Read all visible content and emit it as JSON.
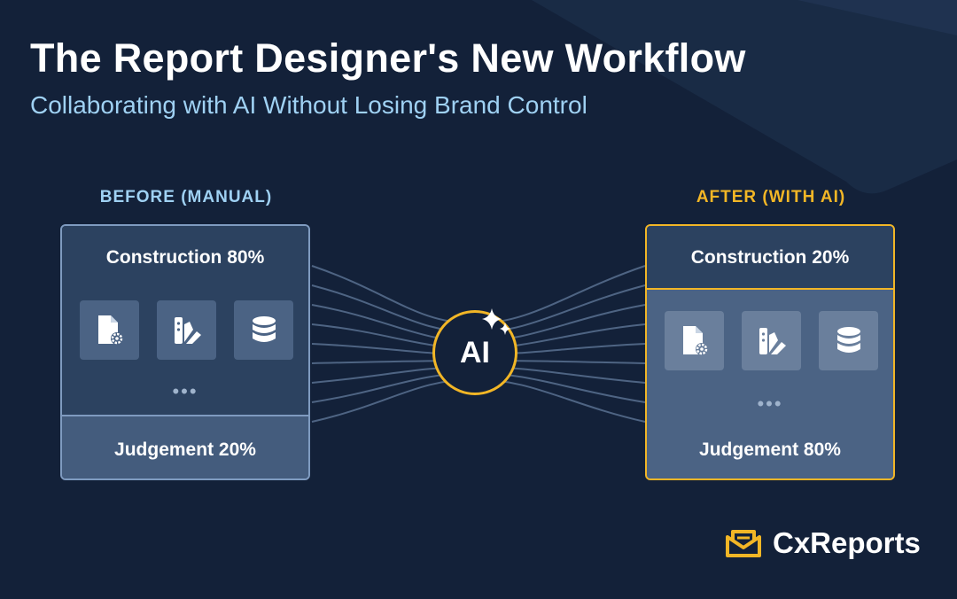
{
  "header": {
    "title": "The Report Designer's New Workflow",
    "subtitle": "Collaborating with AI Without Losing Brand Control"
  },
  "before": {
    "label": "BEFORE (MANUAL)",
    "top_section": "Construction 80%",
    "bottom_section": "Judgement 20%",
    "icons": [
      "document-settings-icon",
      "swatch-palette-icon",
      "database-icon"
    ],
    "ellipsis": "•••"
  },
  "after": {
    "label": "AFTER (WITH AI)",
    "top_section": "Construction 20%",
    "bottom_section": "Judgement 80%",
    "icons": [
      "document-settings-icon",
      "swatch-palette-icon",
      "database-icon"
    ],
    "ellipsis": "•••"
  },
  "center": {
    "badge": "AI",
    "icon": "sparkle-icon"
  },
  "brand": {
    "name": "CxReports",
    "icon": "envelope-logo-icon"
  },
  "colors": {
    "background": "#132139",
    "accent": "#f2b626",
    "light_blue": "#9fd1f3",
    "panel_dark": "#2c4260",
    "panel_mid": "#4b6384"
  }
}
